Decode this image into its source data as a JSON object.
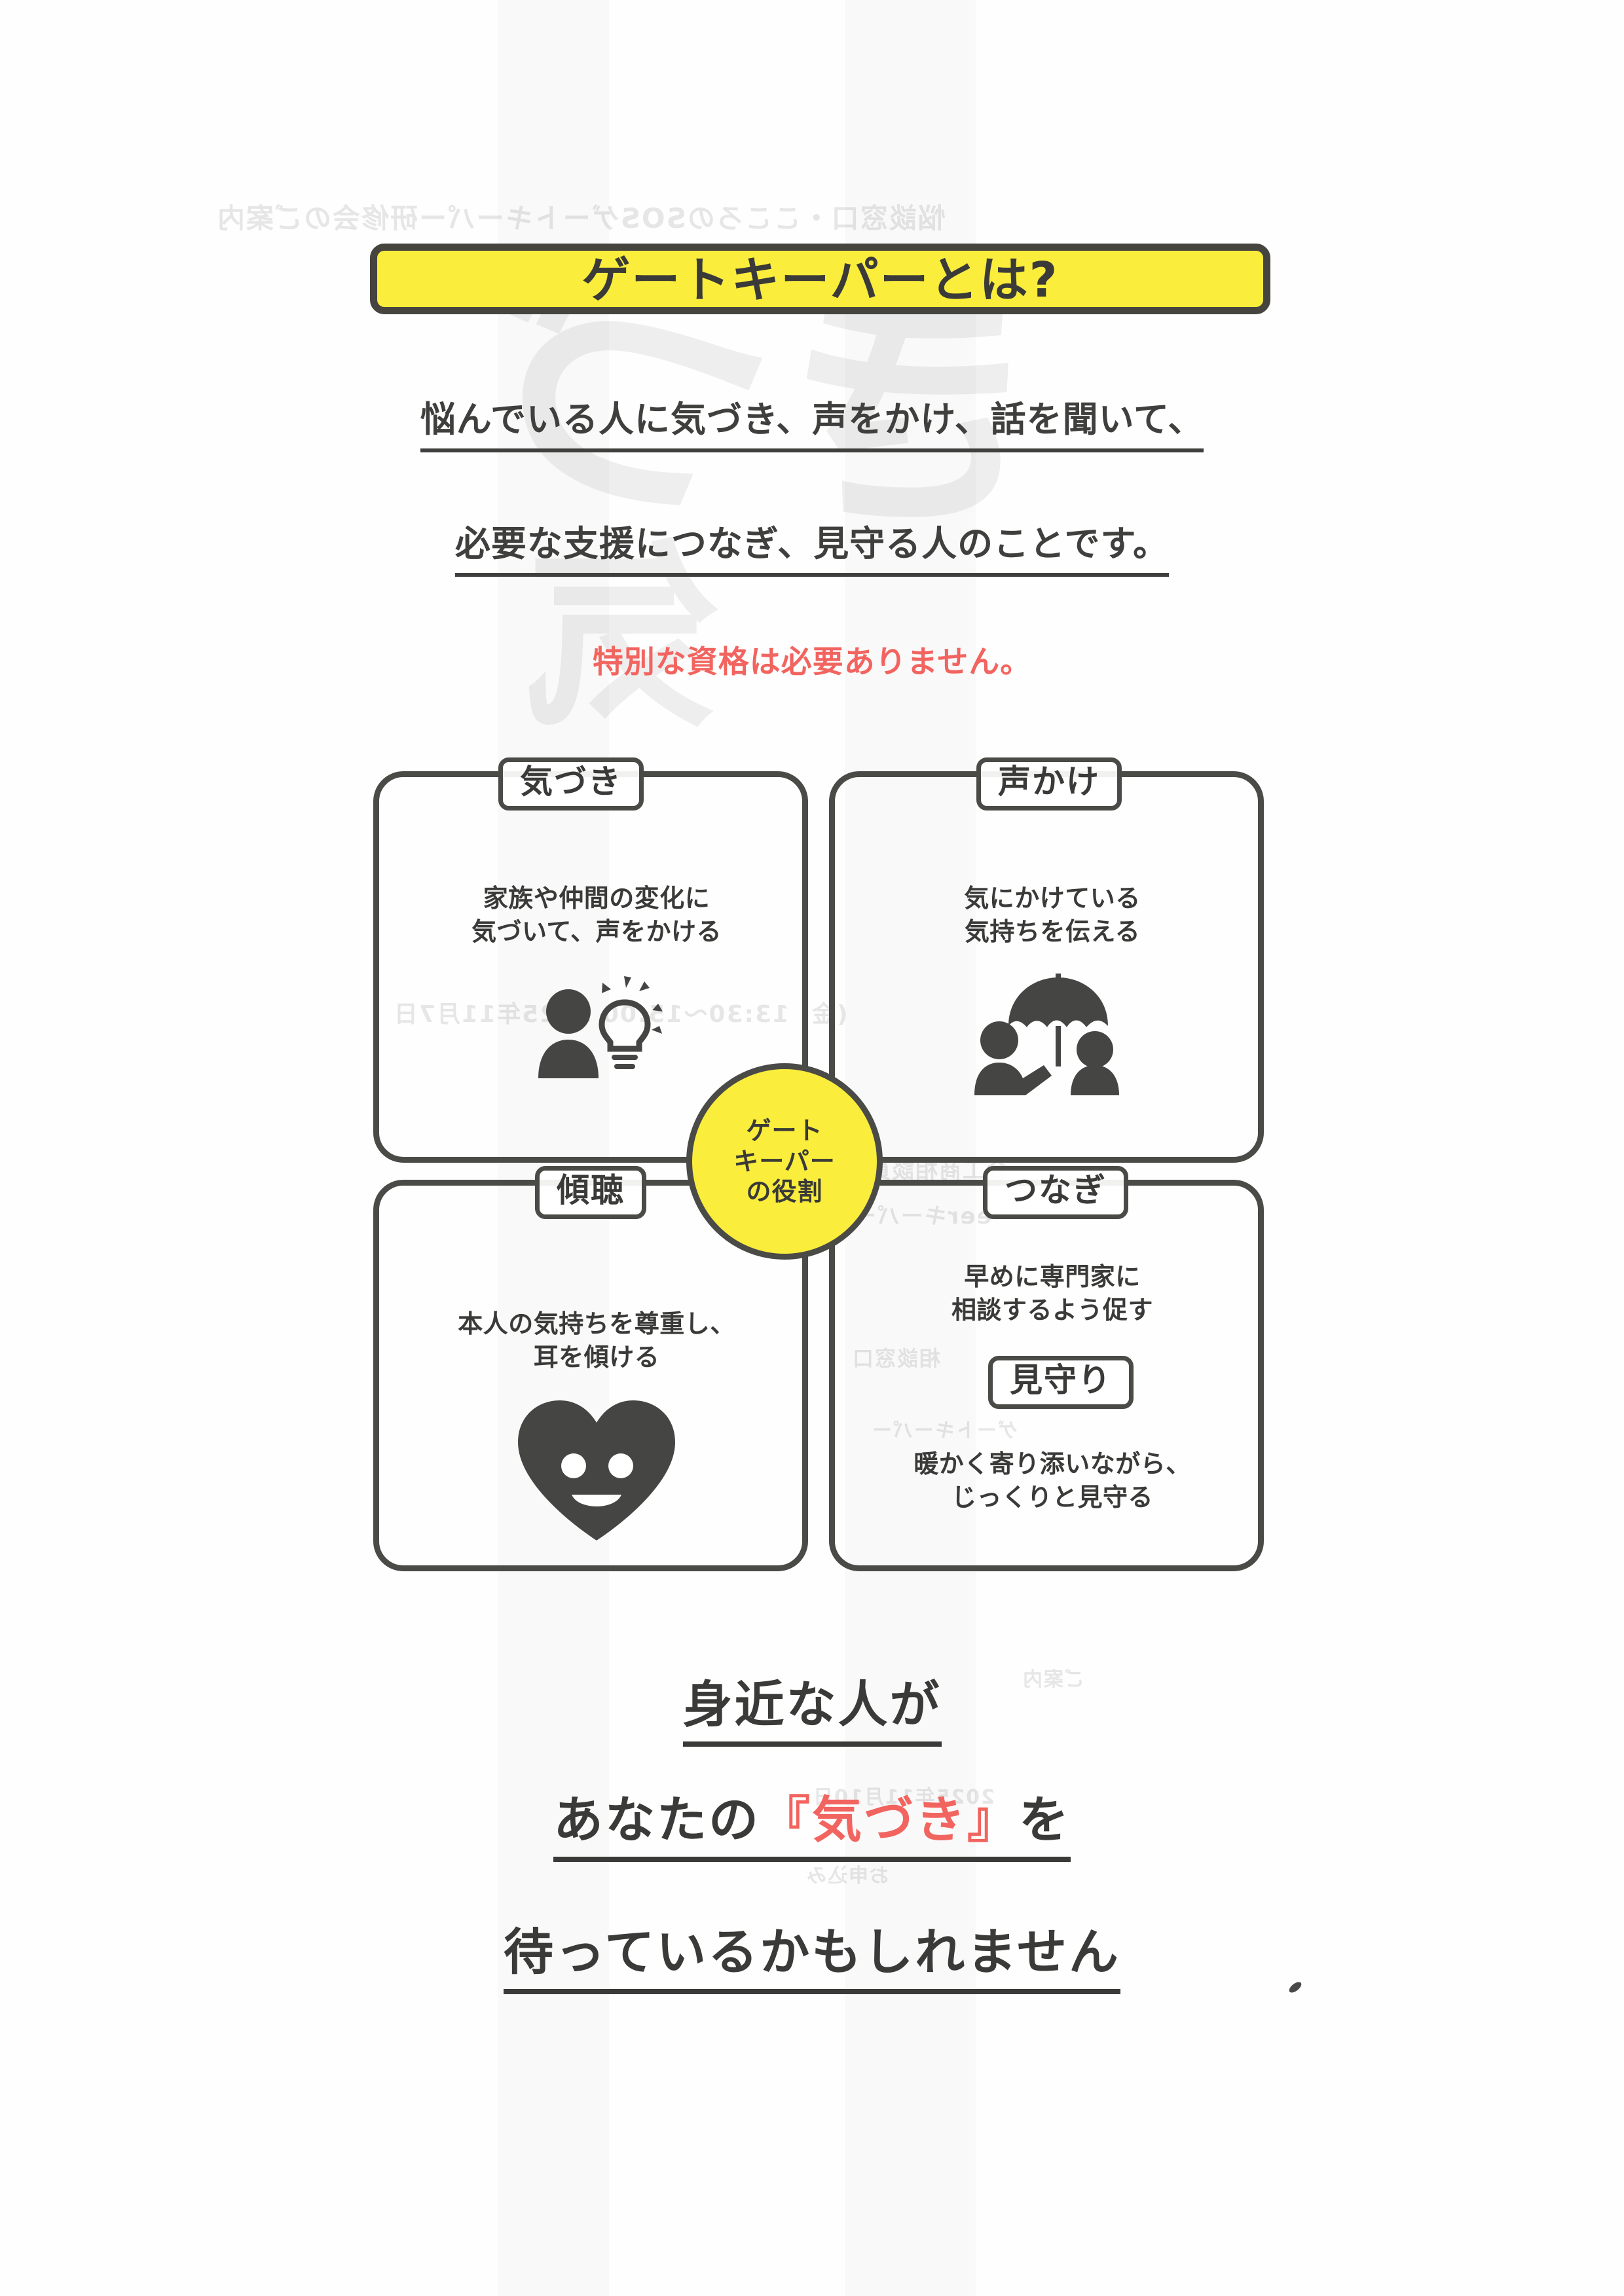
{
  "document": {
    "title": "ゲートキーパーとは?",
    "background_color": "#ffffff",
    "accent_yellow": "#faed3c",
    "accent_red": "#f2645f",
    "ink_color": "#3a3a38",
    "border_color": "#4a4a47"
  },
  "banner": {
    "text": "ゲートキーパーとは?"
  },
  "intro": {
    "line1": "悩んでいる人に気づき、声をかけ、話を聞いて、",
    "line2": "必要な支援につなぎ、見守る人のことです。",
    "note": "特別な資格は必要ありません。"
  },
  "center": {
    "line1": "ゲート",
    "line2": "キーパー",
    "line3": "の役割"
  },
  "quadrants": [
    {
      "id": "kizuki",
      "badge": "気づき",
      "body_line1": "家族や仲間の変化に",
      "body_line2": "気づいて、声をかける",
      "icon": "person-lightbulb-icon"
    },
    {
      "id": "koekake",
      "badge": "声かけ",
      "body_line1": "気にかけている",
      "body_line2": "気持ちを伝える",
      "icon": "umbrella-two-people-icon"
    },
    {
      "id": "keicho",
      "badge": "傾聴",
      "body_line1": "本人の気持ちを尊重し、",
      "body_line2": "耳を傾ける",
      "icon": "smiling-heart-icon"
    },
    {
      "id": "tsunagi",
      "badge": "つなぎ",
      "body_line1": "早めに専門家に",
      "body_line2": "相談するよう促す",
      "badge2": "見守り",
      "body2_line1": "暖かく寄り添いながら、",
      "body2_line2": "じっくりと見守る"
    }
  ],
  "closing": {
    "line1": "身近な人が",
    "line2_part1": "あなたの",
    "line2_highlight": "『気づき』",
    "line2_part2": "を",
    "line3": "待っているかもしれません"
  },
  "artifacts": {
    "bleed_top": "悩談窓口・こころのSOSゲートキーパー研修会のご案内",
    "bleed_note": "reverse-side bleed-through, illegible"
  }
}
